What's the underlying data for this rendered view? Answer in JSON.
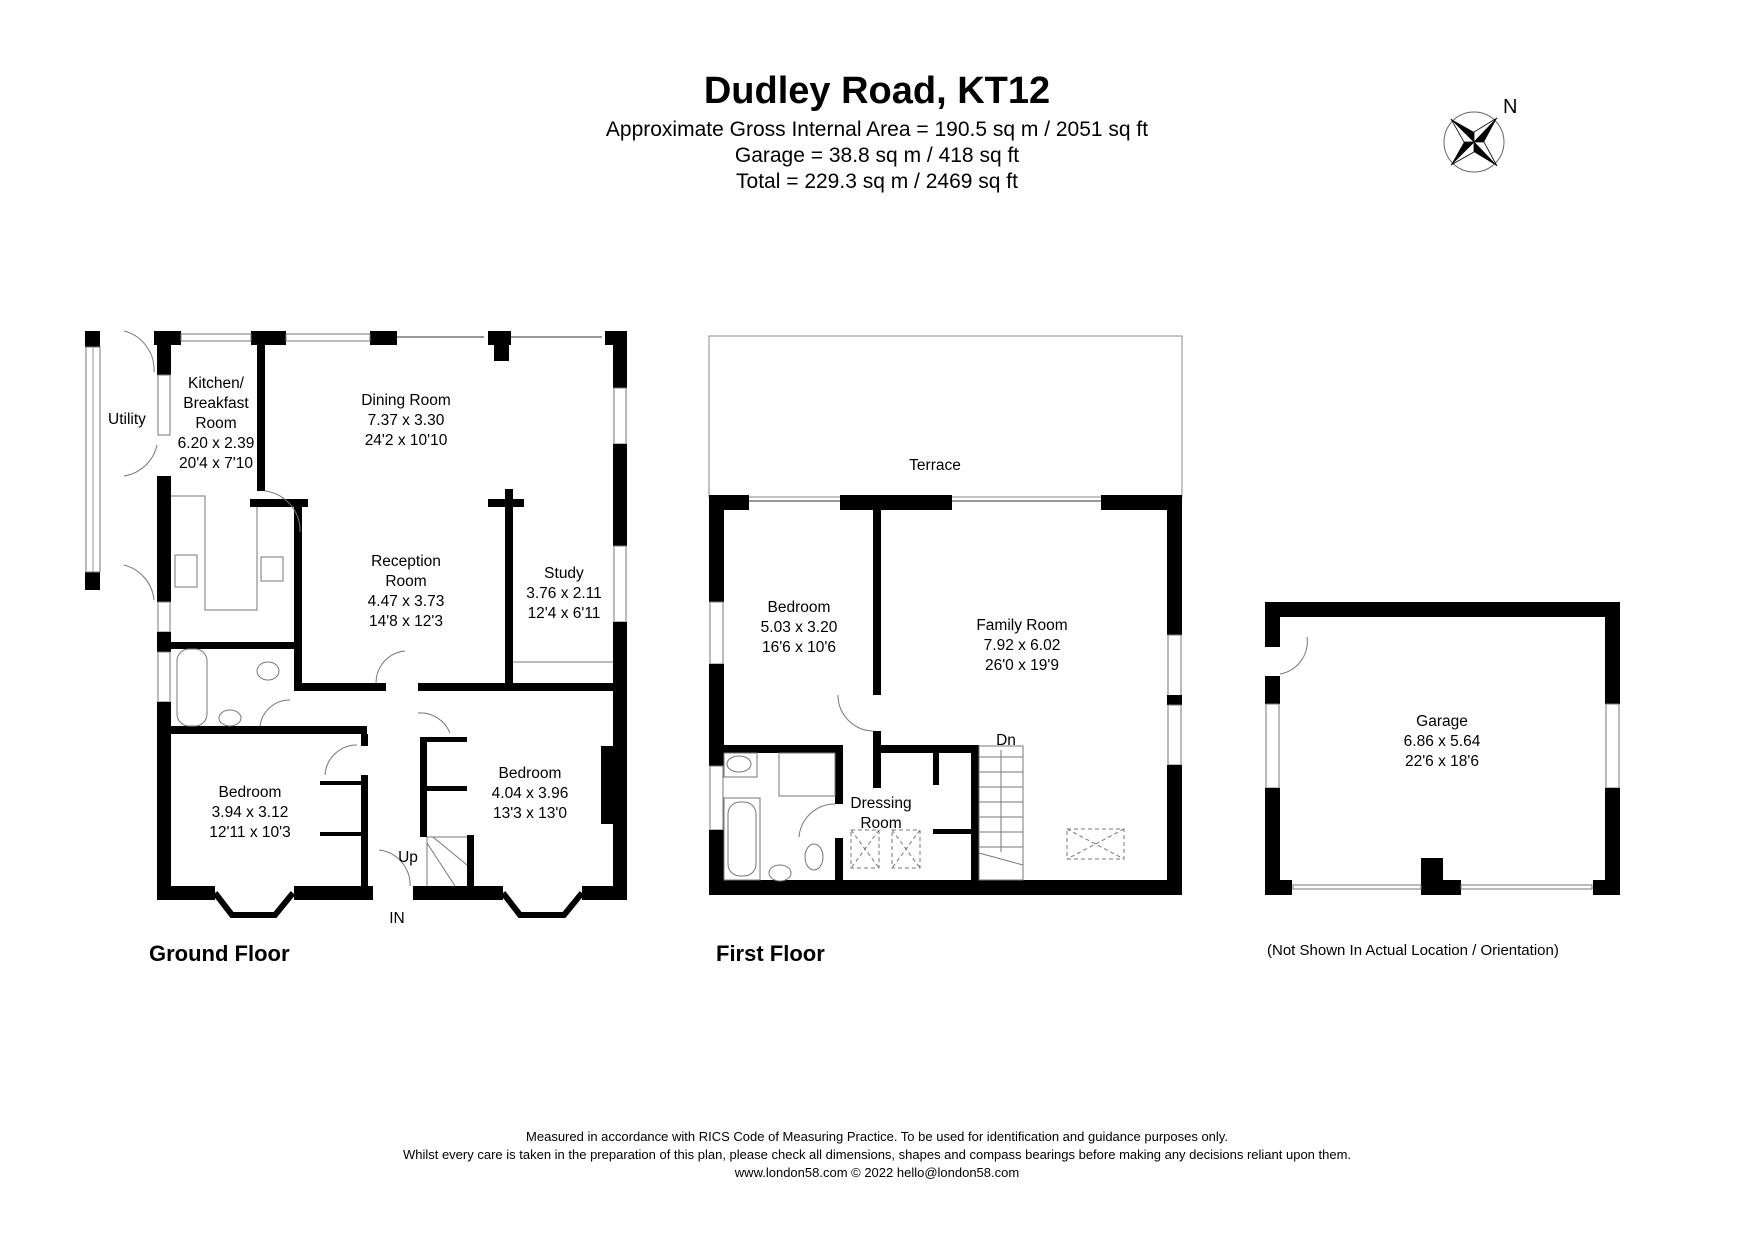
{
  "header": {
    "title": "Dudley Road, KT12",
    "gross_internal_area": "Approximate Gross Internal Area = 190.5 sq m / 2051 sq ft",
    "garage_area": "Garage  = 38.8 sq m / 418 sq ft",
    "total_area": "Total = 229.3 sq m / 2469 sq ft"
  },
  "compass": {
    "icon": "compass-rose-icon",
    "label": "N"
  },
  "ground_floor": {
    "label": "Ground Floor",
    "rooms": {
      "utility": {
        "name": "Utility"
      },
      "kitchen": {
        "name_line1": "Kitchen/",
        "name_line2": "Breakfast",
        "name_line3": "Room",
        "metric": "6.20 x 2.39",
        "imperial": "20'4 x 7'10"
      },
      "dining": {
        "name": "Dining Room",
        "metric": "7.37 x 3.30",
        "imperial": "24'2 x 10'10"
      },
      "reception": {
        "name_line1": "Reception",
        "name_line2": "Room",
        "metric": "4.47 x 3.73",
        "imperial": "14'8 x 12'3"
      },
      "study": {
        "name": "Study",
        "metric": "3.76 x 2.11",
        "imperial": "12'4 x 6'11"
      },
      "bedroom_left": {
        "name": "Bedroom",
        "metric": "3.94 x 3.12",
        "imperial": "12'11 x 10'3"
      },
      "bedroom_right": {
        "name": "Bedroom",
        "metric": "4.04 x 3.96",
        "imperial": "13'3 x 13'0"
      }
    },
    "stairs_label": "Up",
    "entrance_label": "IN"
  },
  "first_floor": {
    "label": "First Floor",
    "rooms": {
      "terrace": {
        "name": "Terrace"
      },
      "bedroom": {
        "name": "Bedroom",
        "metric": "5.03 x 3.20",
        "imperial": "16'6 x 10'6"
      },
      "family": {
        "name": "Family Room",
        "metric": "7.92 x 6.02",
        "imperial": "26'0 x 19'9"
      },
      "dressing": {
        "name_line1": "Dressing",
        "name_line2": "Room"
      }
    },
    "stairs_label": "Dn"
  },
  "garage": {
    "name": "Garage",
    "metric": "6.86 x 5.64",
    "imperial": "22'6 x 18'6",
    "note": "(Not Shown In Actual Location / Orientation)"
  },
  "footer": {
    "line1": "Measured in accordance with RICS Code of Measuring Practice. To be used for identification and guidance purposes only.",
    "line2": "Whilst every care is taken in the preparation of this plan, please check all dimensions, shapes and compass bearings before making any decisions reliant upon them.",
    "line3": "www.london58.com © 2022 hello@london58.com"
  }
}
